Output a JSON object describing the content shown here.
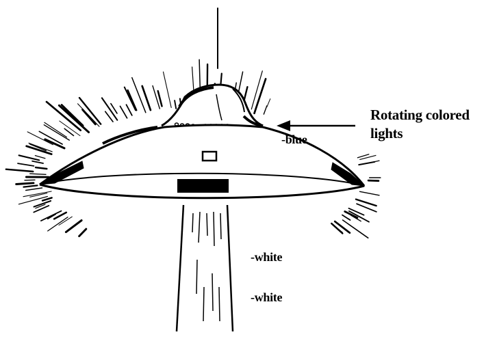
{
  "labels": {
    "lights_line1": "Rotating colored",
    "lights_line2": "lights",
    "blue": "-blue",
    "white_1": "-white",
    "white_2": "-white"
  },
  "colors": {
    "ink": "#000000",
    "background": "#ffffff"
  }
}
